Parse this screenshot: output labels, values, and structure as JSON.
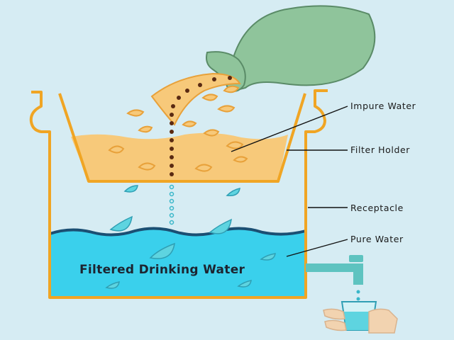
{
  "labels": {
    "impure_water": "Impure Water",
    "filter_holder": "Filter Holder",
    "receptacle": "Receptacle",
    "pure_water": "Pure Water"
  },
  "caption": "Filtered Drinking Water",
  "colors": {
    "background": "#d6ecf3",
    "container_outline": "#f0a524",
    "impure_water": "#f7c97a",
    "impure_particles": "#e8a13a",
    "dirt_dots": "#5a2a12",
    "pure_water": "#3ad0ec",
    "water_wave": "#1b4f73",
    "droplets": "#5ed4e0",
    "jug": "#8fc49b",
    "tap": "#5ec3c0",
    "hand": "#f2d3b0"
  },
  "icons": {
    "jug": "jug-icon",
    "tap": "tap-icon",
    "glass": "glass-icon",
    "hand": "hand-icon"
  }
}
